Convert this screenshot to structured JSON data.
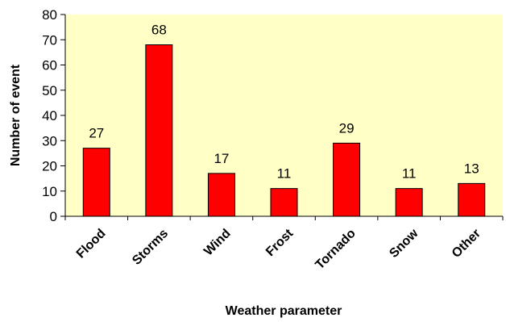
{
  "chart_data": {
    "type": "bar",
    "categories": [
      "Flood",
      "Storms",
      "Wind",
      "Frost",
      "Tornado",
      "Snow",
      "Other"
    ],
    "values": [
      27,
      68,
      17,
      11,
      29,
      11,
      13
    ],
    "xlabel": "Weather parameter",
    "ylabel": "Number of event",
    "ylim": [
      0,
      80
    ],
    "yticks": [
      0,
      10,
      20,
      30,
      40,
      50,
      60,
      70,
      80
    ],
    "grid": false,
    "data_labels": true,
    "colors": {
      "bar_fill": "#ff0000",
      "bar_stroke": "#000000",
      "plot_background": "#ffffc6",
      "axis": "#000000"
    }
  }
}
